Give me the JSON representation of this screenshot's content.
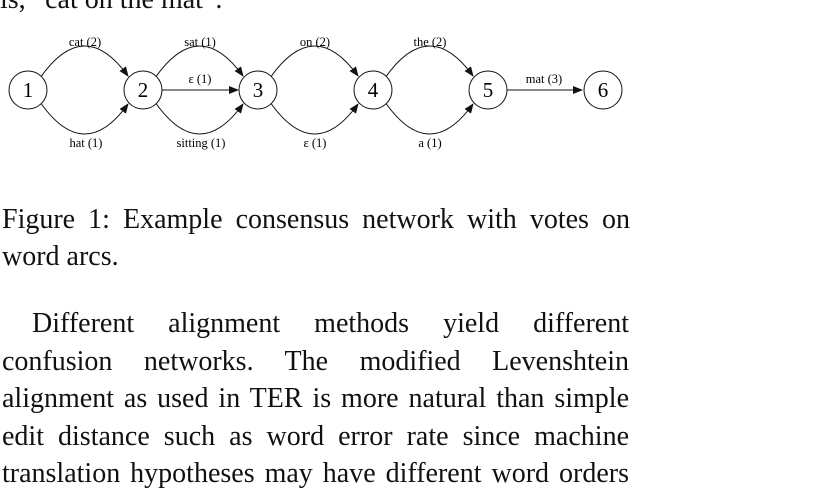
{
  "top_fragment": "is, “cat on the mat”.",
  "figure": {
    "nodes": [
      "1",
      "2",
      "3",
      "4",
      "5",
      "6"
    ],
    "arcs": [
      {
        "from": "1",
        "to": "2",
        "label": "cat (2)"
      },
      {
        "from": "1",
        "to": "2",
        "label": "hat (1)"
      },
      {
        "from": "2",
        "to": "3",
        "label": "sat (1)"
      },
      {
        "from": "2",
        "to": "3",
        "label": "ε (1)"
      },
      {
        "from": "2",
        "to": "3",
        "label": "sitting (1)"
      },
      {
        "from": "3",
        "to": "4",
        "label": "on (2)"
      },
      {
        "from": "3",
        "to": "4",
        "label": "ε (1)"
      },
      {
        "from": "4",
        "to": "5",
        "label": "the (2)"
      },
      {
        "from": "4",
        "to": "5",
        "label": "a (1)"
      },
      {
        "from": "5",
        "to": "6",
        "label": "mat (3)"
      }
    ]
  },
  "caption": "Figure 1: Example consensus network with votes on word arcs.",
  "paragraph": "Different alignment methods yield different confusion networks.  The modified Levenshtein alignment as used in TER is more natural than simple edit distance such as word error rate since machine translation hypotheses may have different word orders"
}
